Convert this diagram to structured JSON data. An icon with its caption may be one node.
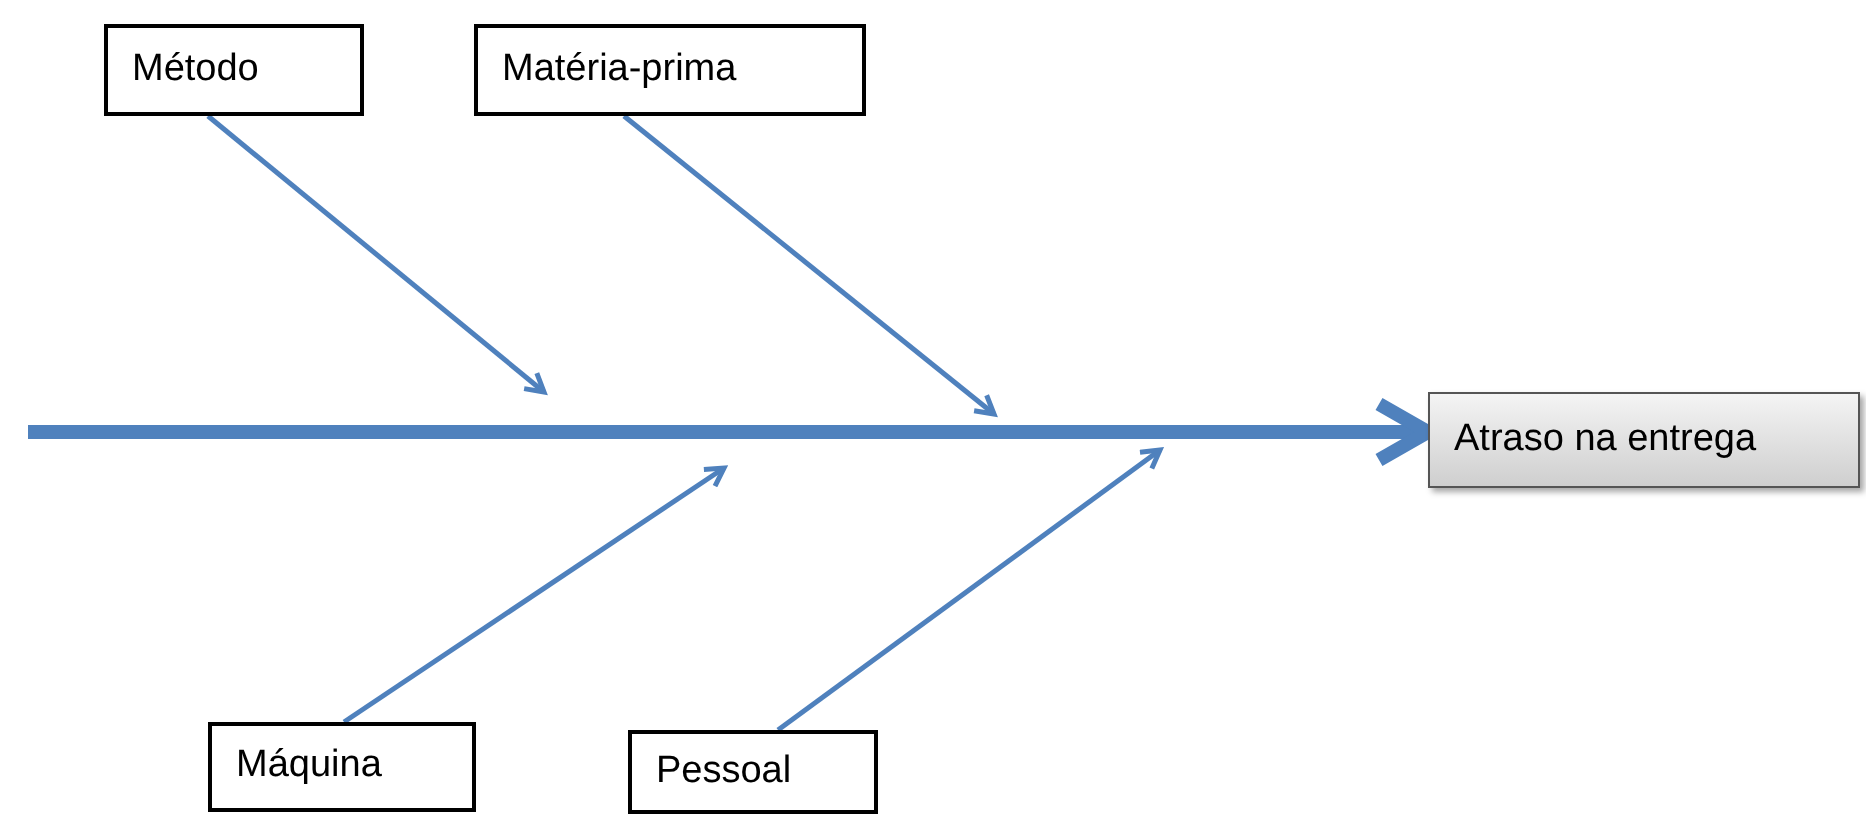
{
  "diagram": {
    "nodes": [
      {
        "text": [
          "Método"
        ]
      },
      {
        "text": [
          "Matéria-prima"
        ]
      },
      {
        "text": [
          "Máquina"
        ]
      },
      {
        "text": [
          "Pessoal"
        ]
      },
      {
        "text": [
          "Atraso na entrega"
        ]
      }
    ],
    "edges": [
      {
        "from": 0,
        "to": null,
        "arrow": "to"
      },
      {
        "from": 1,
        "to": null,
        "arrow": "to"
      },
      {
        "from": 2,
        "to": null,
        "arrow": "to"
      },
      {
        "from": 3,
        "to": null,
        "arrow": "to"
      },
      {
        "from": null,
        "to": 4,
        "arrow": "to",
        "style": "thick"
      }
    ]
  }
}
